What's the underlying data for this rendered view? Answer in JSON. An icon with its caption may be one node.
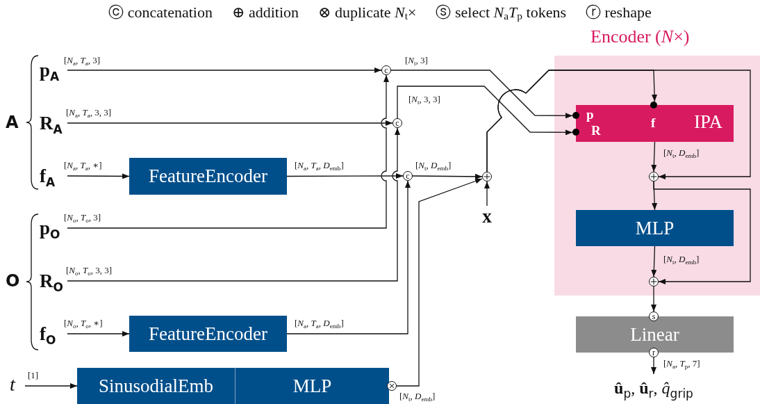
{
  "diagram": {
    "nodes": [
      {
        "text": [
          "p$_{A}$"
        ]
      },
      {
        "text": [
          "R$_{A}$"
        ]
      },
      {
        "text": [
          "f$_{A}$"
        ]
      },
      {
        "text": [
          "FeatureEncoder"
        ]
      },
      {
        "text": [
          "c"
        ]
      },
      {
        "text": [
          "c"
        ]
      },
      {
        "text": [
          "c"
        ]
      },
      {
        "text": [
          "p$_{O}$"
        ]
      },
      {
        "text": [
          "R$_{O}$"
        ]
      },
      {
        "text": [
          "f$_{O}$"
        ]
      },
      {
        "text": [
          "FeatureEncoder"
        ]
      },
      {
        "text": [
          "t"
        ]
      },
      {
        "text": [
          "SinusodialEmb"
        ]
      },
      {
        "text": [
          "MLP"
        ]
      },
      {
        "text": [],
        "shape": "circle"
      },
      {
        "text": [],
        "shape": "circle"
      },
      {
        "text": [
          "x"
        ]
      },
      {
        "text": [
          "Encoder (*N*×)"
        ]
      },
      {
        "text": [
          "p",
          "R",
          "f",
          "IPA"
        ],
        "in": 17
      },
      {
        "text": [],
        "shape": "circle",
        "in": 17
      },
      {
        "text": [
          "MLP"
        ],
        "in": 17
      },
      {
        "text": [],
        "shape": "circle",
        "in": 17
      },
      {
        "text": [
          "s"
        ]
      },
      {
        "text": [
          "Linear"
        ]
      },
      {
        "text": [
          "r"
        ]
      },
      {
        "text": [
          "**û**$_{p}$, **û**$_{r}$, *q̂*$_{grip}$"
        ]
      }
    ],
    "edges": [
      {
        "from": 0,
        "to": 4,
        "arrow": "to",
        "label": "[*N*$_{a}$, *T*$_{a}$, 3]"
      },
      {
        "from": 1,
        "to": 5,
        "arrow": "to",
        "label": "[*N*$_{a}$, *T*$_{a}$, 3, 3]"
      },
      {
        "from": 2,
        "to": 3,
        "arrow": "to",
        "label": "[*N*$_{a}$, *T*$_{a}$, ∗]"
      },
      {
        "from": 3,
        "to": 6,
        "arrow": "to",
        "label": "[*N*$_{a}$, *T*$_{a}$, *D*$_{emb}$]"
      },
      {
        "from": 7,
        "to": 4,
        "arrow": "to",
        "label": "[*N*$_{o}$, *T*$_{o}$, 3]"
      },
      {
        "from": 8,
        "to": 5,
        "arrow": "to",
        "label": "[*N*$_{o}$, *T*$_{o}$, 3, 3]"
      },
      {
        "from": 9,
        "to": 10,
        "arrow": "to",
        "label": "[*N*$_{o}$, *T*$_{o}$, ∗]"
      },
      {
        "from": 10,
        "to": 6,
        "arrow": "to",
        "label": "[*N*$_{a}$, *T*$_{a}$, *D*$_{emb}$]"
      },
      {
        "from": 11,
        "to": 12,
        "arrow": "to",
        "label": "[1]"
      },
      {
        "from": 6,
        "to": 15,
        "arrow": "to",
        "label": "[*N*$_{t}$, *D*$_{emb}$]"
      },
      {
        "from": 14,
        "to": 15,
        "arrow": "to",
        "label": "[*N*$_{t}$, *D*$_{emb}$]"
      },
      {
        "from": 16,
        "to": 15,
        "arrow": "to"
      },
      {
        "from": 4,
        "to": 18,
        "arrow": "to",
        "label": "[*N*$_{t}$, 3]"
      },
      {
        "from": 5,
        "to": 18,
        "arrow": "to",
        "label": "[*N*$_{t}$, 3, 3]"
      },
      {
        "from": 15,
        "to": 18,
        "arrow": "to"
      },
      {
        "from": 15,
        "to": 19,
        "arrow": "to"
      },
      {
        "from": 18,
        "to": 19,
        "arrow": "to",
        "label": "[*N*$_{t}$, *D*$_{emb}$]"
      },
      {
        "from": 19,
        "to": 20,
        "arrow": "to"
      },
      {
        "from": 19,
        "to": 21,
        "arrow": "to"
      },
      {
        "from": 20,
        "to": 21,
        "arrow": "to",
        "label": "[*N*$_{t}$, *D*$_{emb}$]"
      },
      {
        "from": 21,
        "to": 22,
        "arrow": "to"
      },
      {
        "from": 24,
        "to": 25,
        "arrow": "to",
        "label": "[*N*$_{a}$, *T*$_{p}$, 7]"
      }
    ],
    "labels": [
      "A",
      "O"
    ],
    "legend": [
      {
        "text": "ⓒ concatenation"
      },
      {
        "text": "⊕ addition"
      },
      {
        "text": "⊗ duplicate *N*$_{t}$×"
      },
      {
        "text": "ⓢ select *N*$_{a}$*T*$_{p}$ tokens"
      },
      {
        "text": "ⓡ reshape"
      }
    ]
  }
}
